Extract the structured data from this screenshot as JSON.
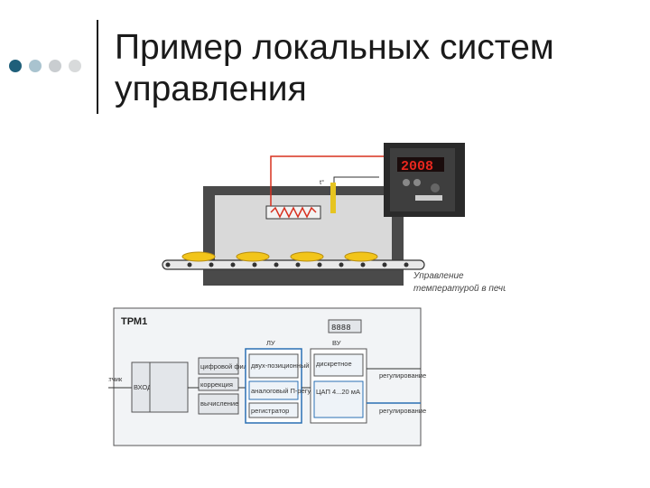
{
  "slide": {
    "title_line1": "Пример локальных систем",
    "title_line2": "управления"
  },
  "bullet_dots": [
    "#1f5f7a",
    "#a9c3cf",
    "#c9cdd0",
    "#d8dadb"
  ],
  "oven": {
    "controller_display": "2008",
    "caption_line1": "Управление",
    "caption_line2": "температурой в печи",
    "sensor_label": "t°"
  },
  "block_diagram": {
    "device": "ТРМ1",
    "input_label": "датчик",
    "block_input": "ВХОД",
    "block_corr": "коррекция",
    "block_filter": "цифровой фильтр",
    "block_calc": "вычисление",
    "du_title": "ЛУ",
    "vu_title": "ВУ",
    "du_item1": "двух-позиционный регулятор",
    "du_item2": "аналоговый П-регулятор",
    "du_item3": "регистратор",
    "vu_item1": "дискретное",
    "vu_item2": "ЦАП 4...20 мА",
    "vu_display": "8888",
    "out1": "регулирование",
    "out2": "регулирование"
  },
  "colors": {
    "red_wire": "#d7301f",
    "blue_accent": "#2a6fb3",
    "oven_body": "#4a4a4a",
    "controller_red": "#e8271e"
  }
}
